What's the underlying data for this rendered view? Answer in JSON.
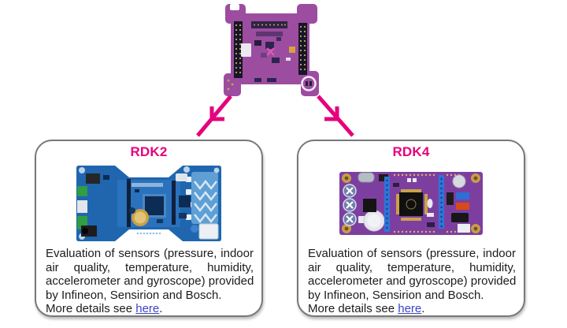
{
  "root_board": {
    "name": "sensor-shield-adapter-board"
  },
  "colors": {
    "accent_magenta": "#e5017d",
    "box_border": "#787878",
    "link_blue": "#3a45c3",
    "body_text": "#1b1b1b",
    "top_board_purple": "#9c4da0",
    "rdk2_blue": "#1f66af",
    "rdk4_purple": "#7d3f9f"
  },
  "cards": [
    {
      "title": "RDK2",
      "board_alt": "rdk2-evaluation-board",
      "desc_lines": [
        "Evaluation of sensors (pressure, indoor",
        "air quality, temperature, humidity,",
        "accelerometer and gyroscope) provided",
        "by Infineon, Sensirion and Bosch."
      ],
      "more_prefix": "More details see ",
      "link_label": "here",
      "link_suffix": "."
    },
    {
      "title": "RDK4",
      "board_alt": "rdk4-evaluation-board",
      "desc_lines": [
        "Evaluation of sensors (pressure, indoor",
        "air quality, temperature, humidity,",
        "accelerometer and gyroscope) provided",
        "by Infineon, Sensirion and Bosch."
      ],
      "more_prefix": "More details see ",
      "link_label": "here",
      "link_suffix": "."
    }
  ]
}
